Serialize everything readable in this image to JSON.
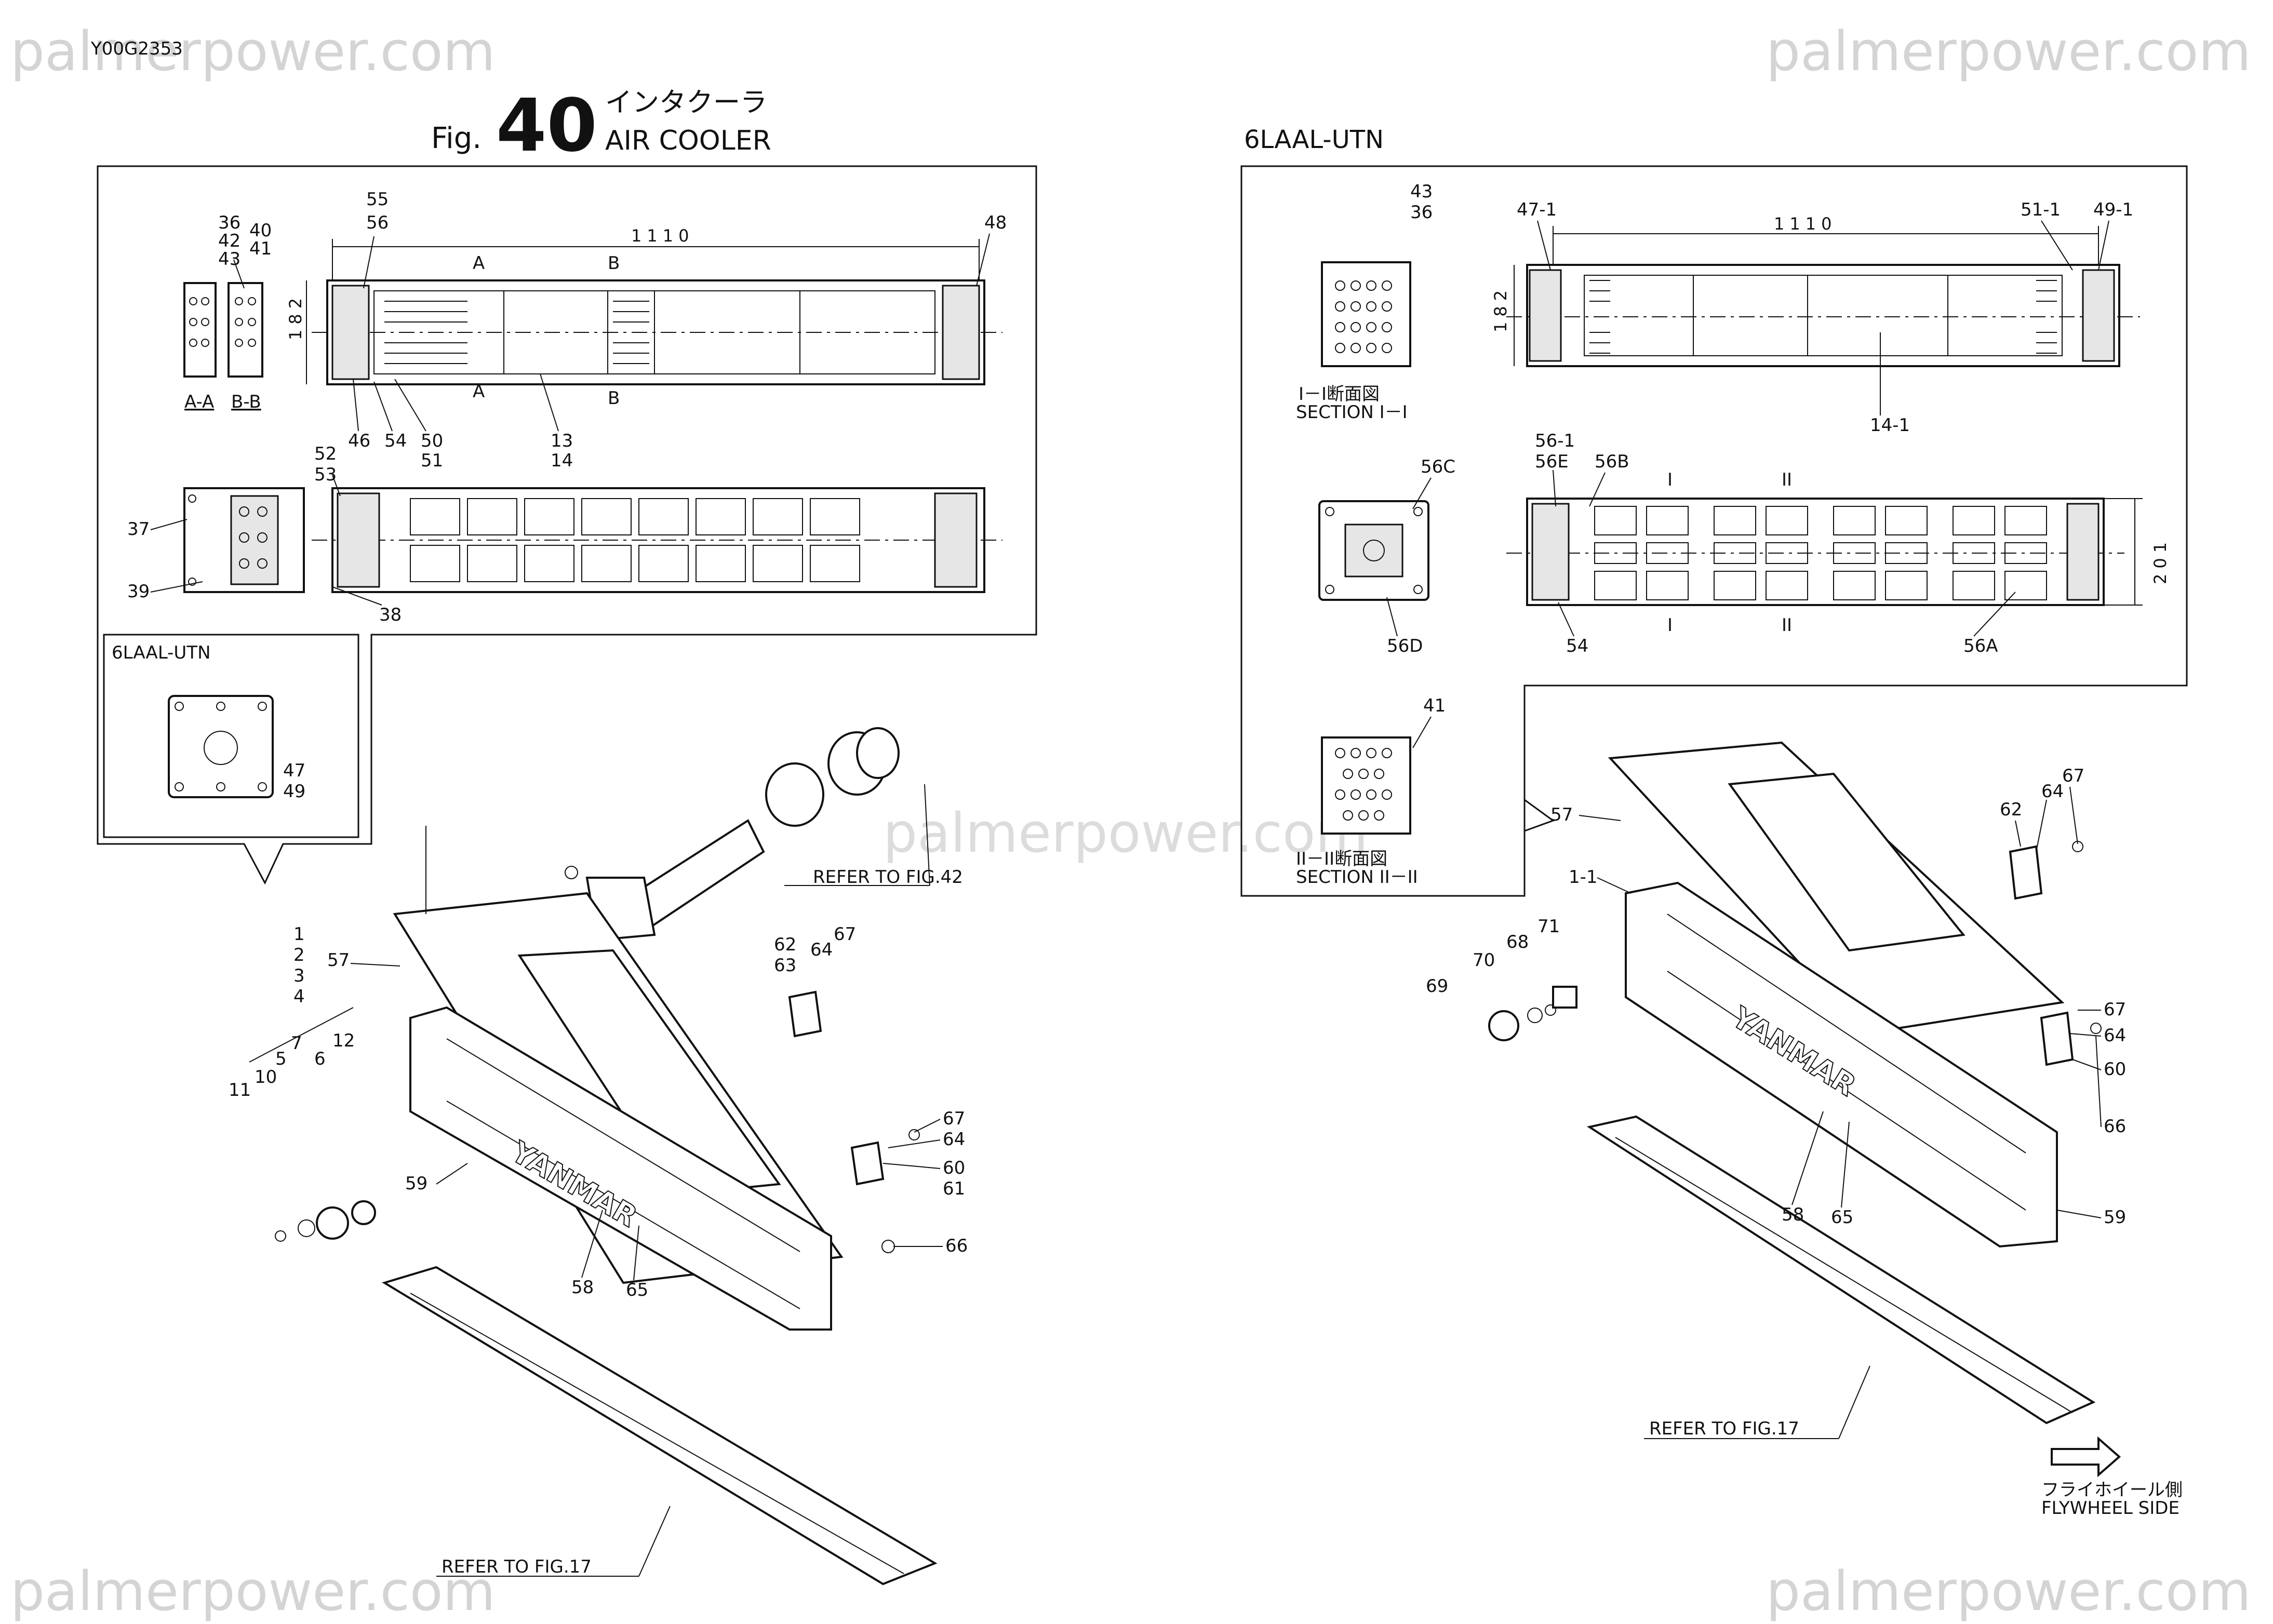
{
  "watermark": "palmerpower.com",
  "doc_id": "Y00G2353",
  "figure": {
    "prefix": "Fig.",
    "number": "40",
    "title_jp": "インタクーラ",
    "title_en": "AIR COOLER"
  },
  "left_panel": {
    "top_view": {
      "dimension": "1110",
      "height_dim": "182",
      "section_labels": [
        "A",
        "A",
        "B",
        "B"
      ],
      "section_names": [
        "A-A",
        "B-B"
      ],
      "callouts": [
        "36",
        "42",
        "43",
        "40",
        "41",
        "55",
        "56",
        "48",
        "46",
        "54",
        "50",
        "51",
        "13",
        "14"
      ]
    },
    "side_view": {
      "callouts": [
        "52",
        "53",
        "37",
        "39",
        "38"
      ]
    },
    "inset": {
      "title": "6LAAL-UTN",
      "callouts": [
        "47",
        "49"
      ]
    },
    "exploded": {
      "callouts": [
        "1",
        "2",
        "3",
        "4",
        "57",
        "62",
        "63",
        "64",
        "67",
        "7",
        "12",
        "5",
        "6",
        "10",
        "11",
        "59",
        "67",
        "64",
        "60",
        "61",
        "66",
        "58",
        "65"
      ],
      "refer_top": "REFER TO FIG.42",
      "refer_bottom": "REFER TO FIG.17"
    }
  },
  "right_panel": {
    "title": "6LAAL-UTN",
    "top_view": {
      "dimension": "1110",
      "height_dim": "182",
      "callouts": [
        "43",
        "36",
        "47-1",
        "51-1",
        "49-1",
        "14-1"
      ],
      "section_jp": "I－I断面図",
      "section_en": "SECTION I－I"
    },
    "side_view": {
      "height_dim": "201",
      "callouts": [
        "56-1",
        "56E",
        "56B",
        "56C",
        "56D",
        "54",
        "56A"
      ],
      "section_marks": [
        "I",
        "II",
        "I",
        "II"
      ]
    },
    "section2": {
      "callouts": [
        "41"
      ],
      "section_jp": "II－II断面図",
      "section_en": "SECTION II－II"
    },
    "exploded": {
      "callouts": [
        "57",
        "1-1",
        "62",
        "64",
        "67",
        "69",
        "70",
        "68",
        "71",
        "67",
        "64",
        "60",
        "66",
        "59",
        "58",
        "65"
      ],
      "refer_bottom": "REFER TO FIG.17",
      "flywheel_jp": "フライホイール側",
      "flywheel_en": "FLYWHEEL SIDE"
    }
  },
  "brand_text": "YANMAR"
}
